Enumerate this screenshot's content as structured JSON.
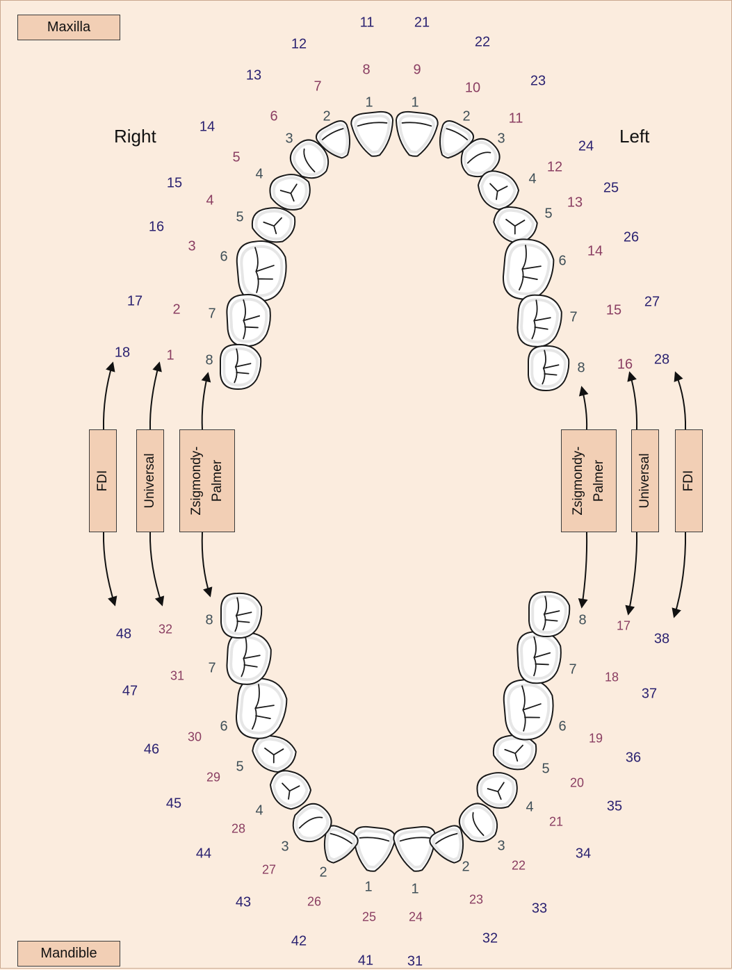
{
  "labels": {
    "maxilla": "Maxilla",
    "mandible": "Mandible",
    "right": "Right",
    "left": "Left"
  },
  "legend_boxes": {
    "fdi": "FDI",
    "universal": "Universal",
    "zp_line1": "Zsigmondy-",
    "zp_line2": "Palmer"
  },
  "colors": {
    "background": "#fbecde",
    "box_fill": "#f2cfb5",
    "fdi_number": "#2a2170",
    "universal_number": "#8a3e62",
    "palmer_number": "#3f4f57"
  },
  "upper_right": {
    "fdi": [
      "11",
      "12",
      "13",
      "14",
      "15",
      "16",
      "17",
      "18"
    ],
    "universal": [
      "8",
      "7",
      "6",
      "5",
      "4",
      "3",
      "2",
      "1"
    ],
    "palmer": [
      "1",
      "2",
      "3",
      "4",
      "5",
      "6",
      "7",
      "8"
    ]
  },
  "upper_left": {
    "fdi": [
      "21",
      "22",
      "23",
      "24",
      "25",
      "26",
      "27",
      "28"
    ],
    "universal": [
      "9",
      "10",
      "11",
      "12",
      "13",
      "14",
      "15",
      "16"
    ],
    "palmer": [
      "1",
      "2",
      "3",
      "4",
      "5",
      "6",
      "7",
      "8"
    ]
  },
  "lower_right": {
    "fdi": [
      "41",
      "42",
      "43",
      "44",
      "45",
      "46",
      "47",
      "48"
    ],
    "universal": [
      "25",
      "26",
      "27",
      "28",
      "29",
      "30",
      "31",
      "32"
    ],
    "palmer": [
      "1",
      "2",
      "3",
      "4",
      "5",
      "6",
      "7",
      "8"
    ]
  },
  "lower_left": {
    "fdi": [
      "31",
      "32",
      "33",
      "34",
      "35",
      "36",
      "37",
      "38"
    ],
    "universal": [
      "24",
      "23",
      "22",
      "21",
      "20",
      "19",
      "18",
      "17"
    ],
    "palmer": [
      "1",
      "2",
      "3",
      "4",
      "5",
      "6",
      "7",
      "8"
    ]
  }
}
